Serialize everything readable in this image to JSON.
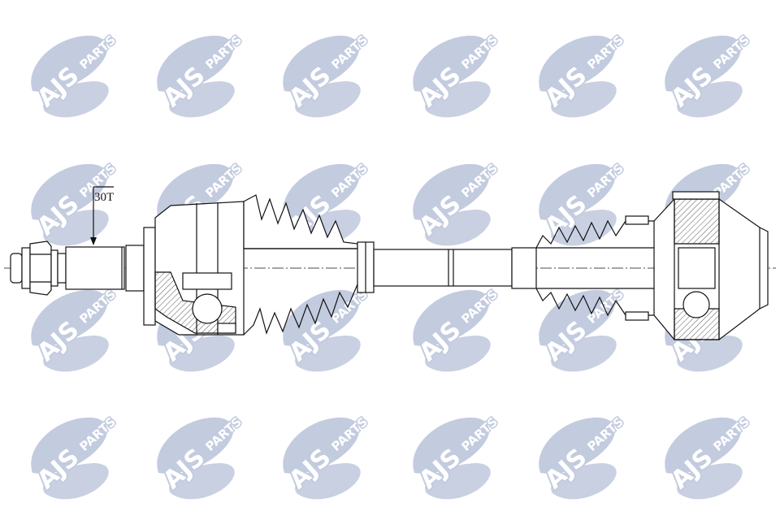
{
  "watermark": {
    "brand": "AJS",
    "suffix": "PARTS",
    "color": "#c3cbdf",
    "rows": 4,
    "columns": 6
  },
  "drawing": {
    "spline_label": "30T",
    "line_color": "#111111"
  }
}
